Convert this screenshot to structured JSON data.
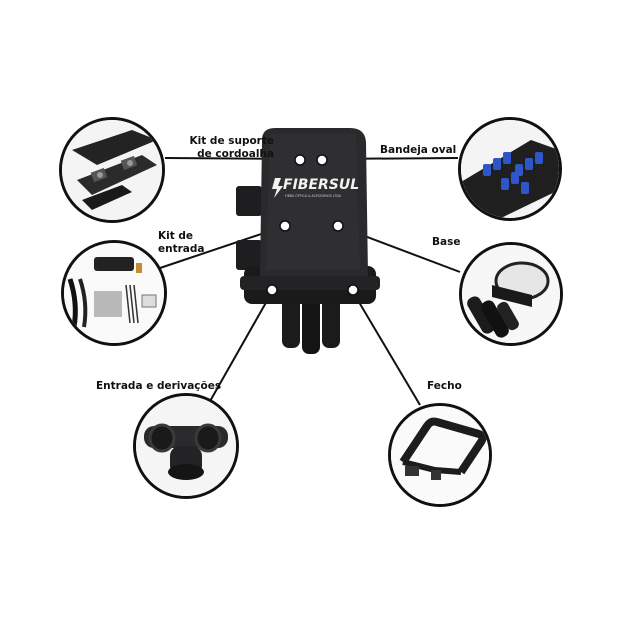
{
  "labels": {
    "kit_suporte_line1": "Kit de suporte",
    "kit_suporte_line2": "de cordoalha",
    "bandeja_oval": "Bandeja oval",
    "kit_entrada_line1": "Kit  de",
    "kit_entrada_line2": "entrada",
    "base": "Base",
    "entrada_derivacoes": "Entrada e derivações",
    "fecho": "Fecho"
  },
  "brand": {
    "name": "FIBERSUL",
    "tagline": "FIBRA ÓPTICA & ACESSÓRIOS LTDA"
  },
  "colors": {
    "body": "#2a2a2c",
    "body_dark": "#1a1a1b",
    "tray_blue": "#2f56c9",
    "line": "#111111"
  }
}
